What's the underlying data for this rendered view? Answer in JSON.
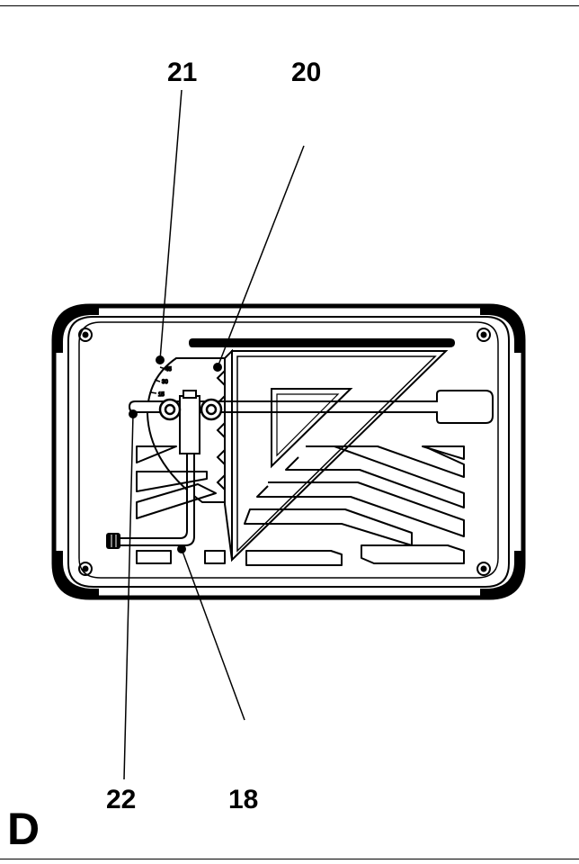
{
  "figure": {
    "letter": "D",
    "callouts": {
      "c21": "21",
      "c20": "20",
      "c22": "22",
      "c18": "18"
    }
  }
}
